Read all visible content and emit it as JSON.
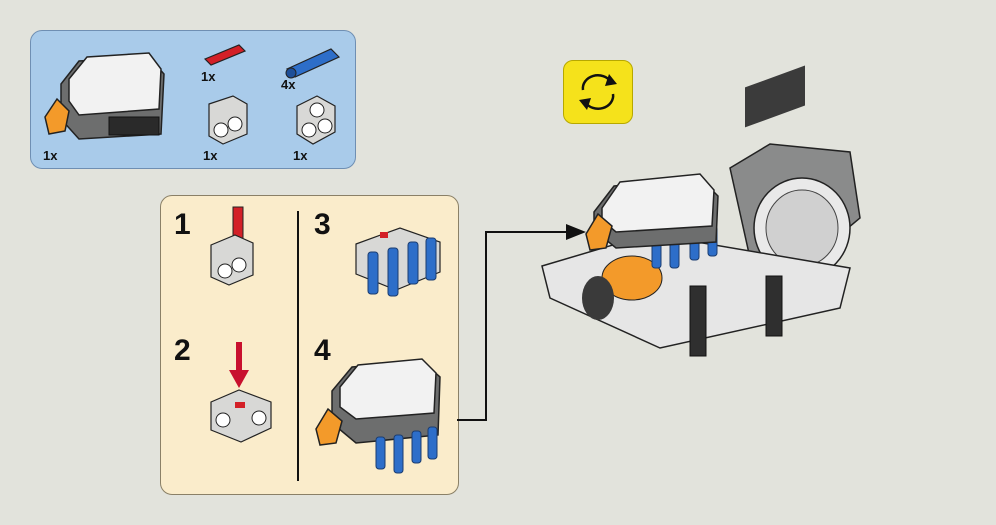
{
  "parts": {
    "touch_sensor_qty": "1x",
    "axle_red_qty": "1x",
    "pin_blue_qty": "4x",
    "connector_a_qty": "1x",
    "connector_b_qty": "1x"
  },
  "steps": [
    {
      "number": "1"
    },
    {
      "number": "2"
    },
    {
      "number": "3"
    },
    {
      "number": "4"
    }
  ],
  "rotate_icon": "rotate-model-icon",
  "colors": {
    "parts_bg": "#a9cbea",
    "steps_bg": "#faeccb",
    "rotate_bg": "#f5e21b",
    "page_bg": "#e2e3dc"
  }
}
